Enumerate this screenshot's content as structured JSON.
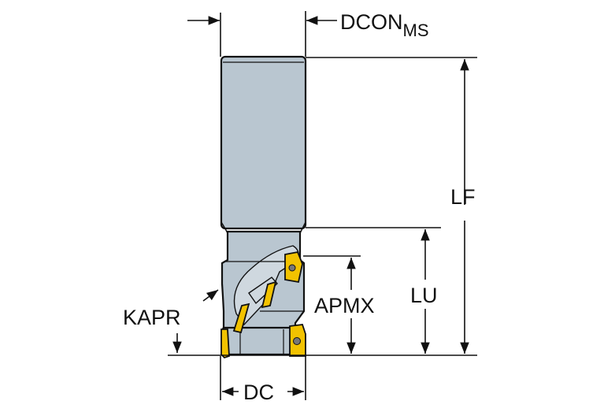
{
  "diagram": {
    "title": "Milling cutter dimension drawing",
    "labels": {
      "dcon": "DCON",
      "dcon_sub": "MS",
      "lf": "LF",
      "lu": "LU",
      "apmx": "APMX",
      "kapr": "KAPR",
      "dc": "DC"
    },
    "colors": {
      "body": "#b9c6d0",
      "insert": "#f2c200",
      "line": "#111111"
    }
  }
}
